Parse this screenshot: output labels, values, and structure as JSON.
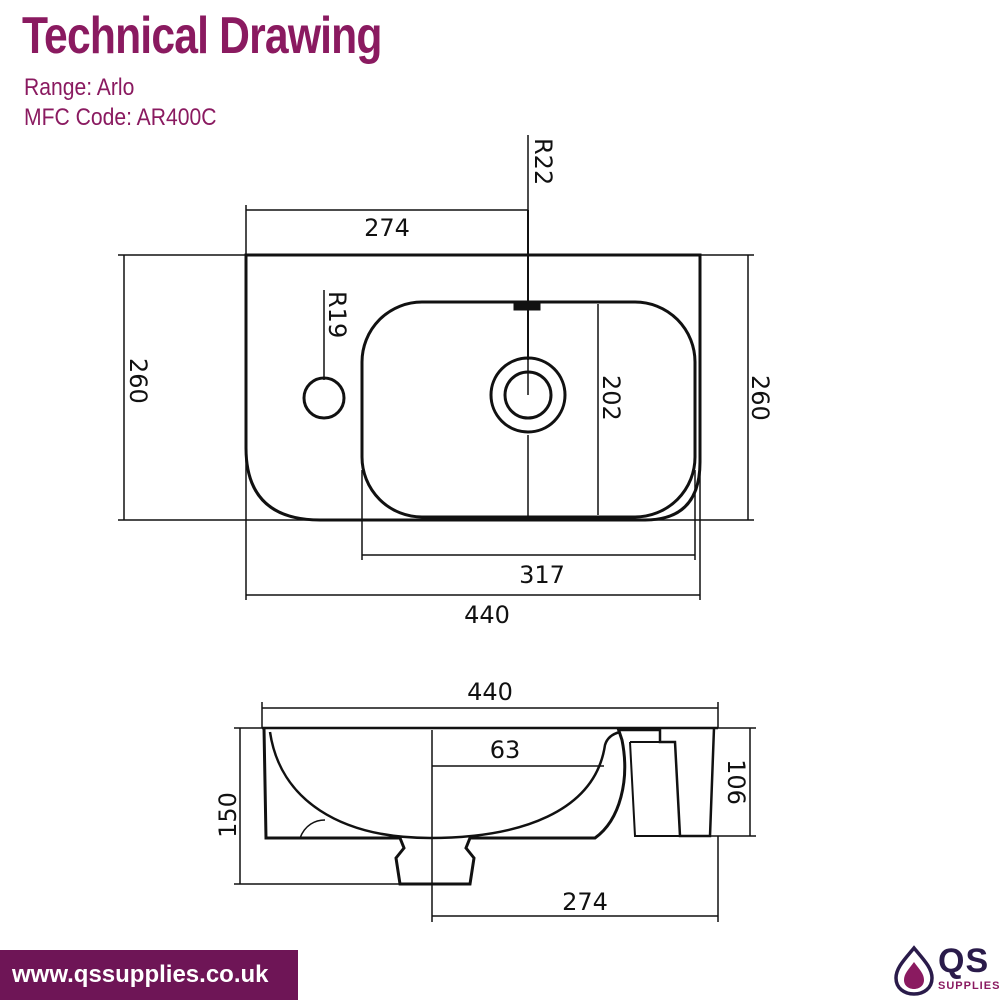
{
  "header": {
    "title": "Technical Drawing",
    "range": "Range: Arlo",
    "mfc_code": "MFC Code: AR400C"
  },
  "top_view": {
    "dim_tap_offset": "274",
    "dim_tap_radius": "R22",
    "dim_hole_radius": "R19",
    "dim_depth_left": "260",
    "dim_depth_right": "260",
    "dim_bowl_depth": "202",
    "dim_bowl_width": "317",
    "dim_overall_width": "440"
  },
  "side_view": {
    "dim_overall_width": "440",
    "dim_inner": "63",
    "dim_height": "150",
    "dim_side_height": "106",
    "dim_waste_offset": "274"
  },
  "footer": {
    "website": "www.qssupplies.co.uk",
    "logo_text": "QS",
    "logo_sub": "SUPPLIES"
  },
  "colors": {
    "brand": "#8a1a60",
    "footer_bg": "#6e1556",
    "line": "#111111"
  }
}
